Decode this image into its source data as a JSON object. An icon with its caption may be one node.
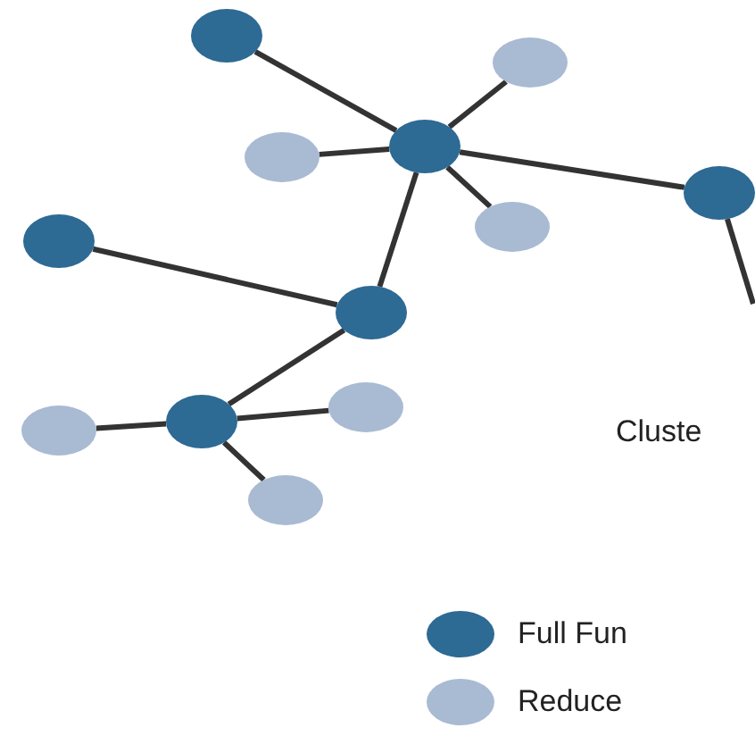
{
  "diagram": {
    "nodes": [
      {
        "text": [],
        "shape": "circle"
      },
      {
        "text": [],
        "shape": "circle"
      },
      {
        "text": [],
        "shape": "circle"
      },
      {
        "text": [],
        "shape": "circle"
      },
      {
        "text": [],
        "shape": "circle"
      },
      {
        "text": [],
        "shape": "circle"
      },
      {
        "text": [],
        "shape": "circle"
      },
      {
        "text": [],
        "shape": "circle"
      },
      {
        "text": [],
        "shape": "circle"
      },
      {
        "text": [],
        "shape": "circle"
      },
      {
        "text": [],
        "shape": "circle"
      },
      {
        "text": [],
        "shape": "circle"
      }
    ],
    "edges": [
      {
        "from": 2,
        "to": 0,
        "arrow": "none"
      },
      {
        "from": 2,
        "to": 1,
        "arrow": "none"
      },
      {
        "from": 2,
        "to": 3,
        "arrow": "none"
      },
      {
        "from": 2,
        "to": 4,
        "arrow": "none"
      },
      {
        "from": 2,
        "to": 5,
        "arrow": "none"
      },
      {
        "from": 2,
        "to": 7,
        "arrow": "none"
      },
      {
        "from": 7,
        "to": 6,
        "arrow": "none"
      },
      {
        "from": 7,
        "to": 9,
        "arrow": "none"
      },
      {
        "from": 9,
        "to": 10,
        "arrow": "none"
      },
      {
        "from": 9,
        "to": 8,
        "arrow": "none"
      },
      {
        "from": 9,
        "to": 11,
        "arrow": "none"
      },
      {
        "from": 5,
        "to": null,
        "arrow": "none"
      }
    ],
    "labels": [
      "Cluste"
    ],
    "legend": [
      {
        "text": "Full Fun",
        "color": "#2d6a94"
      },
      {
        "text": "Reduce",
        "color": "#a9bad3"
      }
    ]
  }
}
